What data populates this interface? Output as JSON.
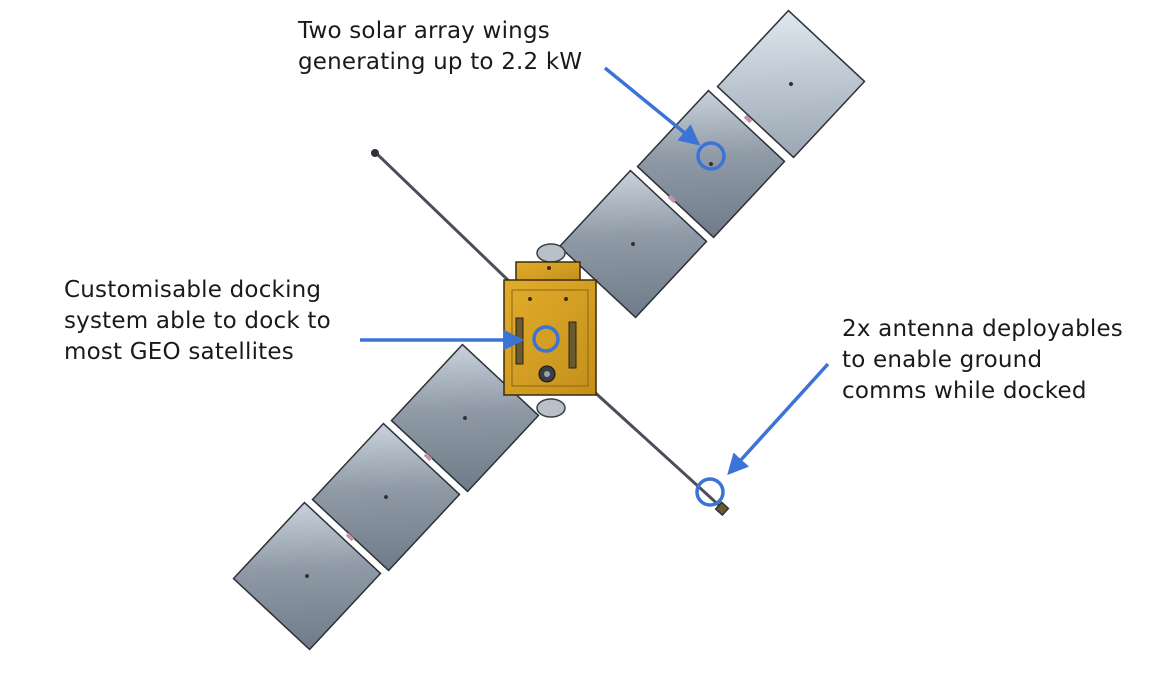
{
  "annotations": {
    "solar_arrays": {
      "lines": [
        "Two solar array wings",
        "generating up to 2.2 kW"
      ]
    },
    "docking_system": {
      "lines": [
        "Customisable docking",
        "system able to dock to",
        "most GEO satellites"
      ]
    },
    "antenna": {
      "lines": [
        "2x antenna deployables",
        "to enable ground",
        "comms while docked"
      ]
    }
  },
  "colors": {
    "pointer": "#3b73d6",
    "panel": "#7d8895",
    "bus": "#d9a227"
  }
}
